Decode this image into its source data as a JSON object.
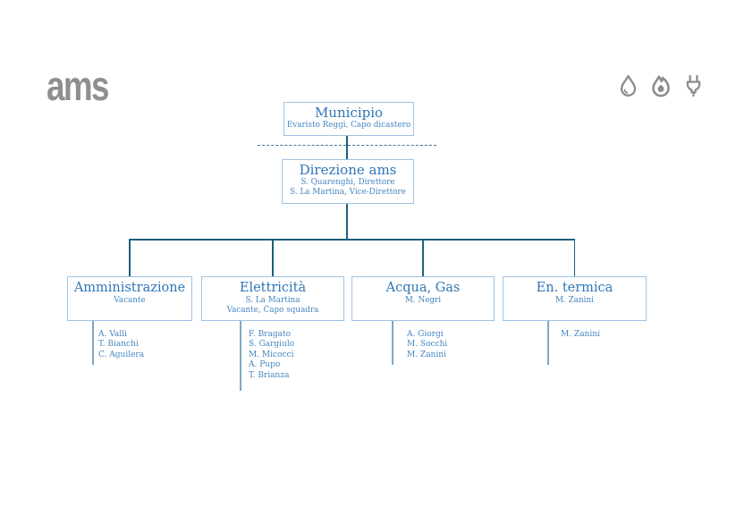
{
  "header": {
    "logo": "ams",
    "icons": [
      {
        "name": "water-drop-icon"
      },
      {
        "name": "flame-icon"
      },
      {
        "name": "plug-icon"
      }
    ]
  },
  "org": {
    "municipio": {
      "title": "Municipio",
      "subtitle": "Evaristo Reggi, Capo dicastero"
    },
    "direzione": {
      "title": "Direzione ams",
      "lines": [
        "S. Quarenghi, Direttore",
        "S. La Martina, Vice-Direttore"
      ]
    },
    "departments": [
      {
        "title": "Amministrazione",
        "lines": [
          "Vacante"
        ],
        "staff": [
          "A. Valli",
          "T. Bianchi",
          "C. Aguilera"
        ]
      },
      {
        "title": "Elettricità",
        "lines": [
          "S. La Martina",
          "Vacante, Capo squadra"
        ],
        "staff": [
          "F. Bragato",
          "S. Gargiulo",
          "M. Micocci",
          "A. Pupo",
          "T. Brianza"
        ]
      },
      {
        "title": "Acqua, Gas",
        "lines": [
          "M. Negri"
        ],
        "staff": [
          "A. Giorgi",
          "M. Socchi",
          "M. Zanini"
        ]
      },
      {
        "title": "En. termica",
        "lines": [
          "M. Zanini"
        ],
        "staff": [
          "M. Zanini"
        ]
      }
    ]
  },
  "colors": {
    "title_blue": "#2e75b6",
    "sub_blue": "#4486c0",
    "box_border": "#9dc3e6",
    "connector_dark": "#1c617c",
    "stub_blue": "#7fa8c0",
    "dashed_line": "#41788f",
    "logo_gray": "#8f8f8f",
    "icon_gray": "#8c8c8c"
  }
}
